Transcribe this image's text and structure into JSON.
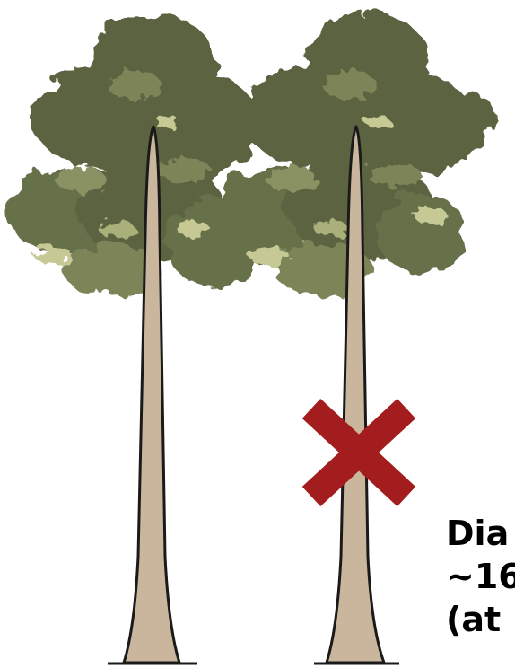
{
  "figure": {
    "trees": [
      {
        "name": "tree-left",
        "crossed_out": false
      },
      {
        "name": "tree-right",
        "crossed_out": true
      }
    ],
    "annotation_lines": [
      "Dia",
      "~16",
      "(at"
    ],
    "colors": {
      "trunk": "#c9b69d",
      "trunk_outline": "#1a1a1a",
      "foliage_dark": "#5c6440",
      "foliage_mid": "#7b8459",
      "foliage_light": "#c7c995",
      "cross_mark": "#a31c1e"
    },
    "icons": {
      "cross_mark": "x-cross-icon"
    }
  }
}
